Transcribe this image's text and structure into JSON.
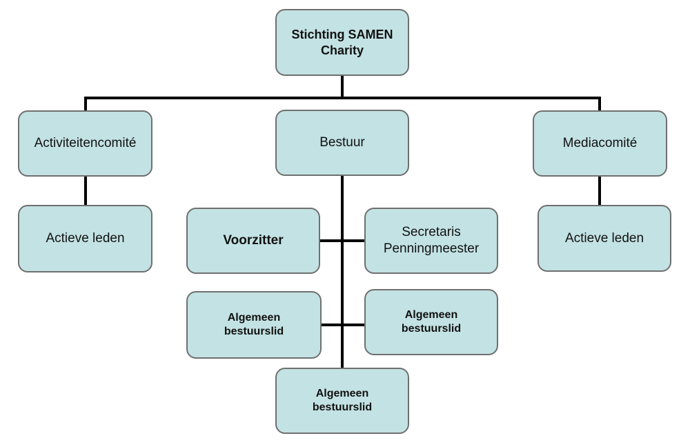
{
  "org_chart": {
    "root": {
      "label": "Stichting SAMEN\nCharity"
    },
    "departments": {
      "activiteiten": {
        "label": "Activiteitencomité"
      },
      "bestuur": {
        "label": "Bestuur"
      },
      "media": {
        "label": "Mediacomité"
      }
    },
    "members": {
      "activiteiten_leden": {
        "label": "Actieve leden"
      },
      "media_leden": {
        "label": "Actieve leden"
      },
      "voorzitter": {
        "label": "Voorzitter"
      },
      "secretaris": {
        "label": "Secretaris\nPenningmeester"
      },
      "algemeen_left": {
        "label": "Algemeen\nbestuurslid"
      },
      "algemeen_right": {
        "label": "Algemeen\nbestuurslid"
      },
      "algemeen_bottom": {
        "label": "Algemeen\nbestuurslid"
      }
    },
    "colors": {
      "box_fill": "#c3e2e3",
      "box_border": "#6f6f6f",
      "connector": "#000000"
    }
  }
}
